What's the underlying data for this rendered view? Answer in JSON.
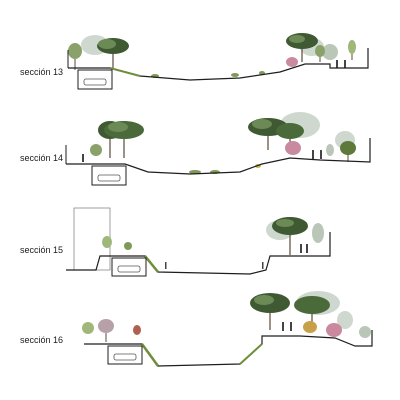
{
  "sections": [
    {
      "id": "13",
      "label": "sección 13"
    },
    {
      "id": "14",
      "label": "sección 14"
    },
    {
      "id": "15",
      "label": "sección 15"
    },
    {
      "id": "16",
      "label": "sección 16"
    }
  ],
  "colors": {
    "ground_line": "#1e1e1e",
    "pine_crown": "#3f5a32",
    "pine_crown_light": "#6b8a55",
    "pale_tree": "#b9c6b8",
    "pale_tree_2": "#cfd8cf",
    "shrub": "#7f9a58",
    "pink_tree": "#c98aa0",
    "red_tree": "#b0604f",
    "slope_green": "#6f8d3a",
    "trunk": "#5b4a3a"
  }
}
